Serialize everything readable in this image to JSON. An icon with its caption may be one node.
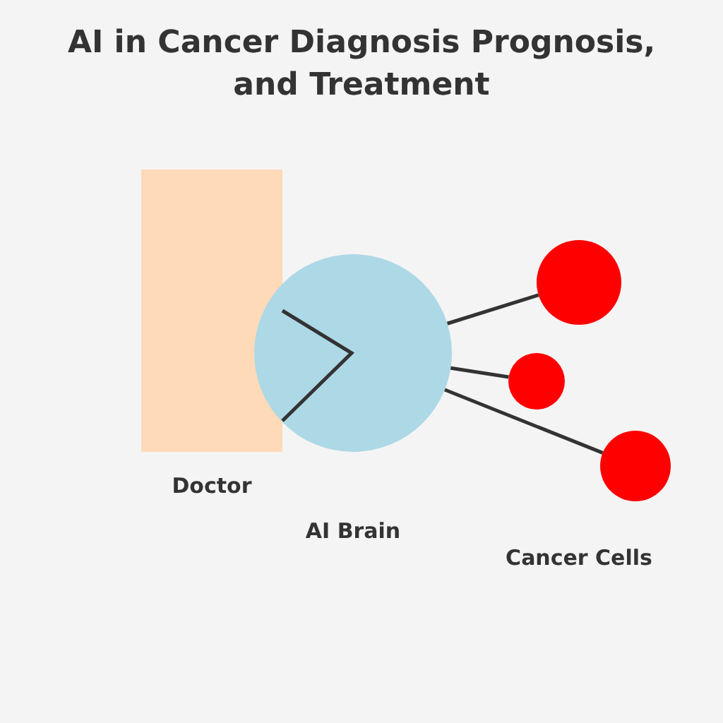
{
  "diagram": {
    "title": "AI in Cancer Diagnosis Prognosis, and Treatment",
    "nodes": [
      {
        "text": [
          "Doctor"
        ]
      },
      {
        "text": [
          "AI Brain"
        ]
      },
      {
        "text": [],
        "shape": "circle"
      },
      {
        "text": [],
        "shape": "circle"
      },
      {
        "text": [],
        "shape": "circle"
      }
    ],
    "edges": [
      {
        "from": 1,
        "to": 2,
        "arrow": "none"
      },
      {
        "from": 1,
        "to": 3,
        "arrow": "none"
      },
      {
        "from": 1,
        "to": 4,
        "arrow": "none"
      }
    ],
    "labels": [
      "Cancer Cells"
    ]
  }
}
